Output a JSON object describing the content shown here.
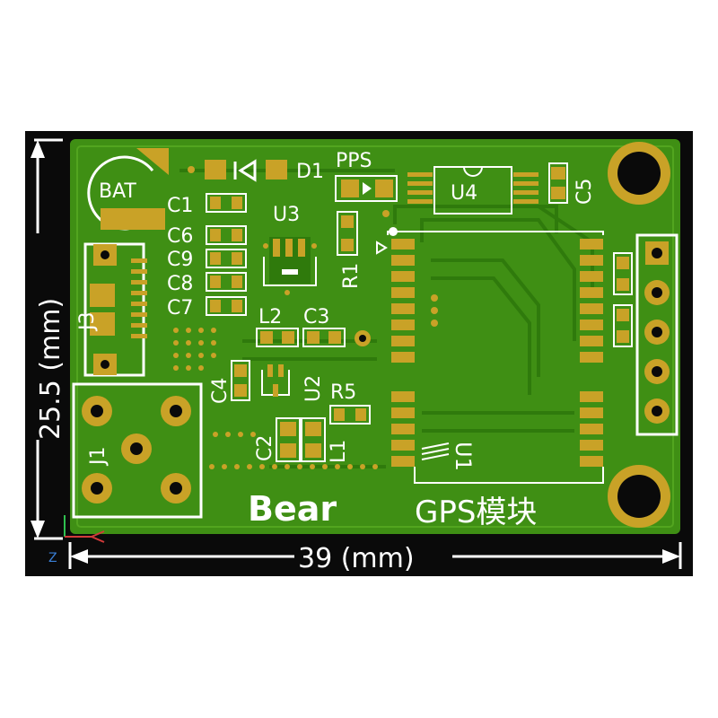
{
  "dimensions": {
    "height_label": "25.5 (mm)",
    "width_label": "39 (mm)"
  },
  "axis_marker": {
    "z": "Z"
  },
  "board": {
    "colors": {
      "background": "#0a0a0a",
      "board": "#3f8f14",
      "board_dark": "#2f7a0c",
      "pad": "#c9a227",
      "pad_dark": "#8a6d12",
      "silk": "#ffffff",
      "dimension": "#ffffff"
    },
    "labels": {
      "bat": "BAT",
      "c1": "C1",
      "c6": "C6",
      "c9": "C9",
      "c8": "C8",
      "c7": "C7",
      "d1": "D1",
      "pps": "PPS",
      "u3": "U3",
      "r1": "R1",
      "u4": "U4",
      "c5": "C5",
      "j3": "J3",
      "l2": "L2",
      "c3": "C3",
      "c4": "C4",
      "u2": "U2",
      "r5": "R5",
      "c2": "C2",
      "l1": "L1",
      "u1": "U1",
      "j1": "J1",
      "logo": "Bear",
      "module_title": "GPS模块"
    }
  }
}
